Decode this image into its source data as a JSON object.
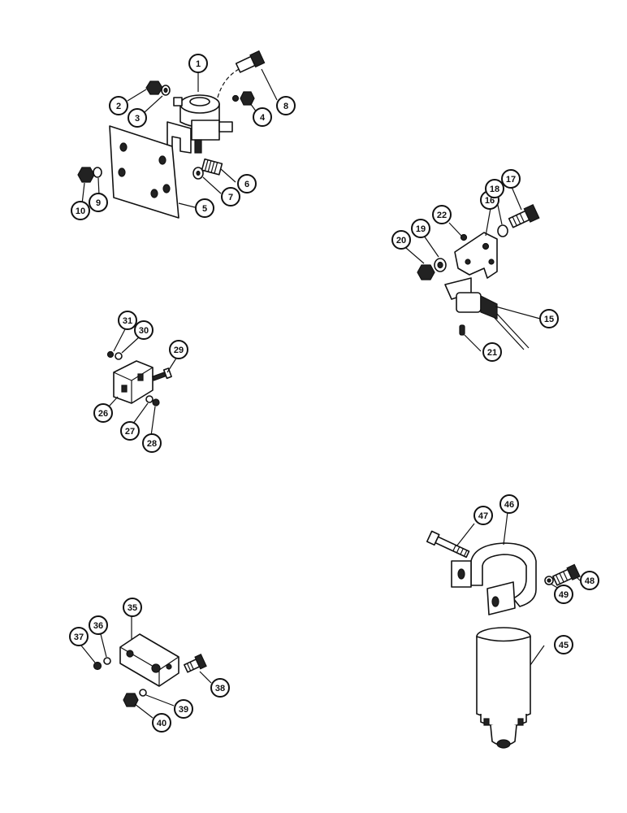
{
  "callouts": {
    "c1": "1",
    "c2": "2",
    "c3": "3",
    "c4": "4",
    "c5": "5",
    "c6": "6",
    "c7": "7",
    "c8": "8",
    "c9": "9",
    "c10": "10",
    "c15": "15",
    "c16": "16",
    "c17": "17",
    "c18": "18",
    "c19": "19",
    "c20": "20",
    "c21": "21",
    "c22": "22",
    "c26": "26",
    "c27": "27",
    "c28": "28",
    "c29": "29",
    "c30": "30",
    "c31": "31",
    "c35": "35",
    "c36": "36",
    "c37": "37",
    "c38": "38",
    "c39": "39",
    "c40": "40",
    "c45": "45",
    "c46": "46",
    "c47": "47",
    "c48": "48",
    "c49": "49"
  },
  "colors": {
    "ink": "#111111",
    "paper": "#ffffff"
  }
}
